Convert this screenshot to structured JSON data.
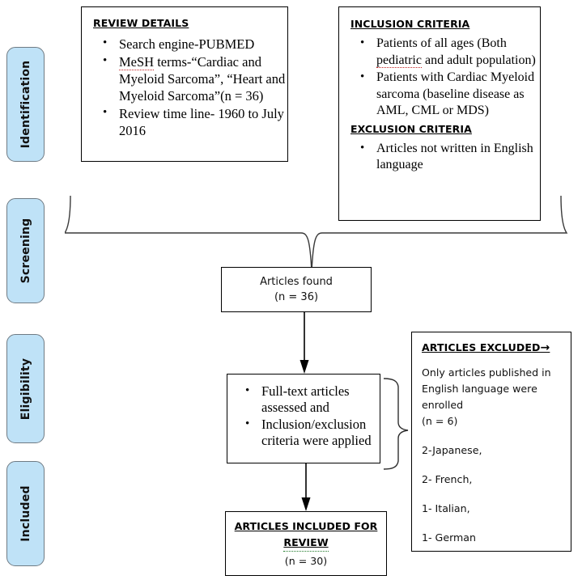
{
  "diagram": {
    "title": "PRISMA study selection flow diagram",
    "accent_color": "#bfe2f7",
    "border_color": "#6f7b84"
  },
  "stages": [
    {
      "label": "Identification"
    },
    {
      "label": "Screening"
    },
    {
      "label": "Eligibility"
    },
    {
      "label": "Included"
    }
  ],
  "review_details": {
    "heading": "REVIEW DETAILS",
    "bullets": [
      "Search engine-PUBMED",
      "MeSH terms-“Cardiac and Myeloid Sarcoma”, “Heart and Myeloid Sarcoma”(n = 36)",
      "Review time line- 1960 to July 2016"
    ],
    "bullet2_pre": "MeSH",
    "bullet2_post": " terms-“Cardiac and Myeloid Sarcoma”, “Heart and Myeloid Sarcoma”(n = 36)"
  },
  "criteria": {
    "inclusion_heading": "INCLUSION CRITERIA",
    "inclusion_bullets": [
      "Patients of all ages (Both pediatric and adult population)",
      "Patients with Cardiac Myeloid sarcoma (baseline disease as AML, CML or MDS)"
    ],
    "inclusion_b1_pre": "Patients of all ages (Both ",
    "inclusion_b1_mark": "pediatric",
    "inclusion_b1_post": " and adult population)",
    "exclusion_heading": "EXCLUSION CRITERIA",
    "exclusion_bullets": [
      "Articles not written in English language"
    ]
  },
  "articles_found": {
    "label": "Articles found",
    "count": "(n = 36)"
  },
  "assessed": {
    "bullets": [
      "Full-text articles assessed and",
      "Inclusion/exclusion criteria were applied"
    ]
  },
  "excluded": {
    "heading": "ARTICLES EXCLUDED",
    "heading_arrow": "→",
    "reason": "Only articles published in English language were enrolled",
    "count": "(n = 6)",
    "breakdown": [
      "2-Japanese,",
      "2- French,",
      "1- Italian,",
      "1- German"
    ]
  },
  "included": {
    "title_line1": "ARTICLES INCLUDED FOR",
    "title_line2": "REVIEW",
    "count": "(n = 30)"
  }
}
